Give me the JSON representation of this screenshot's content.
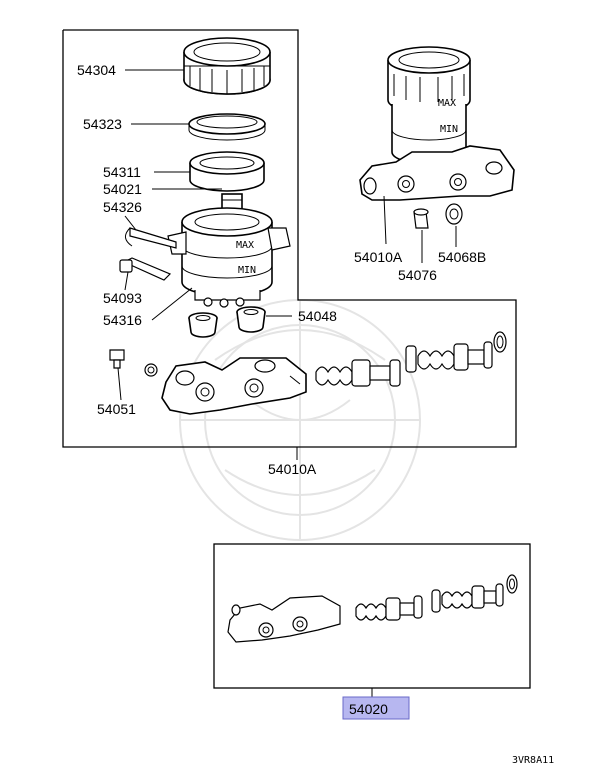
{
  "labels": {
    "p54304": "54304",
    "p54323": "54323",
    "p54311": "54311",
    "p54021": "54021",
    "p54326": "54326",
    "p54093": "54093",
    "p54316": "54316",
    "p54048": "54048",
    "p54051": "54051",
    "p54010A_main": "54010A",
    "p54010A_side": "54010A",
    "p54076": "54076",
    "p54068B": "54068B",
    "p54020": "54020"
  },
  "reservoir_marks": {
    "max": "MAX",
    "min": "MIN"
  },
  "diagram_code": "3VR8A11",
  "colors": {
    "highlight": "#b7b7f0",
    "line": "#000000",
    "watermark": "#e4e4e4"
  }
}
